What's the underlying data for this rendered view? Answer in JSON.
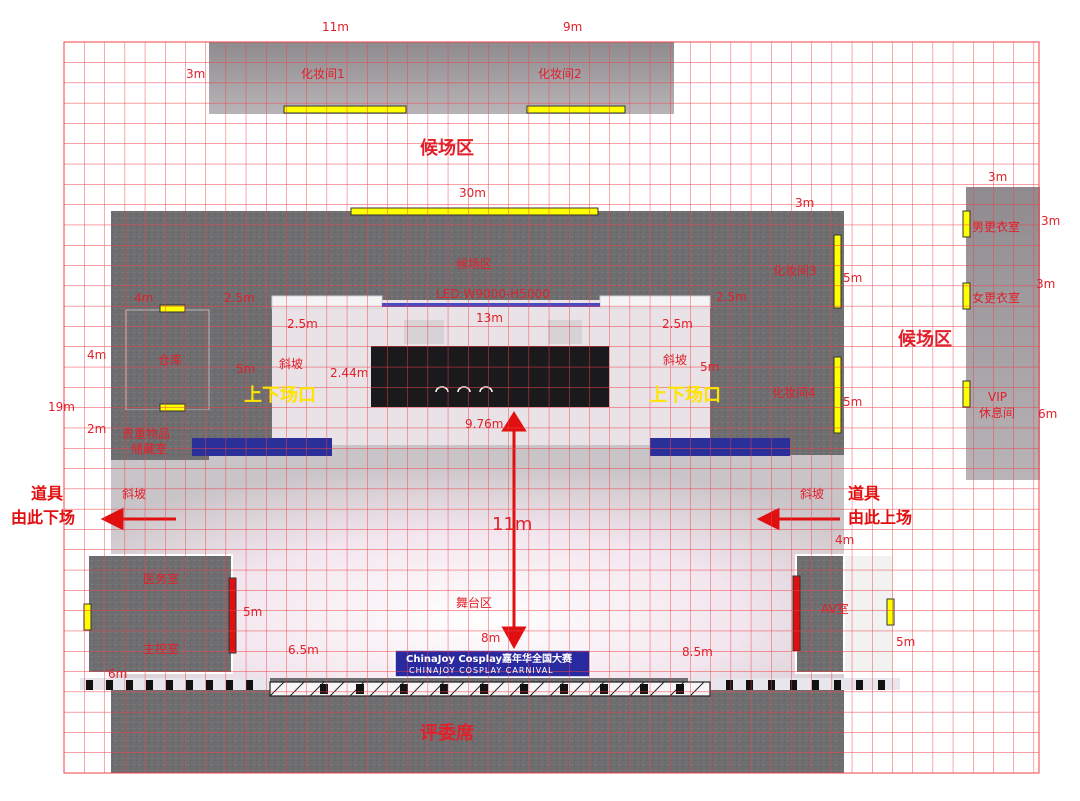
{
  "rooms": {
    "makeup1": "化妆间1",
    "makeup2": "化妆间2",
    "makeup3": "化妆间3",
    "makeup4": "化妆间4",
    "waiting_backstage": "候场区",
    "led": "LED:W9000-H5000",
    "storage": "仓库",
    "valuables_line1": "贵重物品",
    "valuables_line2": "储藏室",
    "medical": "医务室",
    "main_control": "主控室",
    "av_room": "AV室",
    "male_dressing": "男更衣室",
    "female_dressing": "女更衣室",
    "vip_line1": "VIP",
    "vip_line2": "休息间",
    "stage_area": "舞台区",
    "ramp": "斜坡"
  },
  "zones": {
    "waiting_top": "候场区",
    "waiting_right": "候场区",
    "entrance_left": "上下场口",
    "entrance_right": "上下场口",
    "judges": "评委席"
  },
  "arrows": {
    "left_line1": "道具",
    "left_line2": "由此下场",
    "right_line1": "道具",
    "right_line2": "由此上场"
  },
  "banner": {
    "line1": "ChinaJoy Cosplay嘉年华全国大赛",
    "line2": "CHINAJOY COSPLAY CARNIVAL"
  },
  "dimensions": {
    "top_11m": "11m",
    "top_9m": "9m",
    "top_3m": "3m",
    "width_30m": "30m",
    "right_3m": "3m",
    "far_right_3m": "3m",
    "dressing_3m_a": "3m",
    "dressing_3m_b": "3m",
    "vip_6m": "6m",
    "makeup3_5m": "5m",
    "makeup4_5m": "5m",
    "left_4m": "4m",
    "left_2_5m": "2.5m",
    "right_2_5m": "2.5m",
    "left_2_5m_b": "2.5m",
    "right_2_5m_b": "2.5m",
    "led_13m": "13m",
    "left_4m_b": "4m",
    "left_5m": "5m",
    "right_5m": "5m",
    "screen_2_44m": "2.44m",
    "left_19m": "19m",
    "left_2m": "2m",
    "screen_9_76m": "9.76m",
    "stage_11m": "11m",
    "right_4m": "4m",
    "medical_5m": "5m",
    "av_5m": "5m",
    "left_6_5m": "6.5m",
    "right_8_5m": "8.5m",
    "stage_8m": "8m",
    "left_6m": "6m"
  },
  "colors": {
    "grid": "#f04048",
    "dimension_text": "#e0202a",
    "entrance_text": "#ffe400",
    "light_bar": "#ffff00",
    "red_door": "#e01010",
    "stage_edge": "#2a2f9a"
  }
}
